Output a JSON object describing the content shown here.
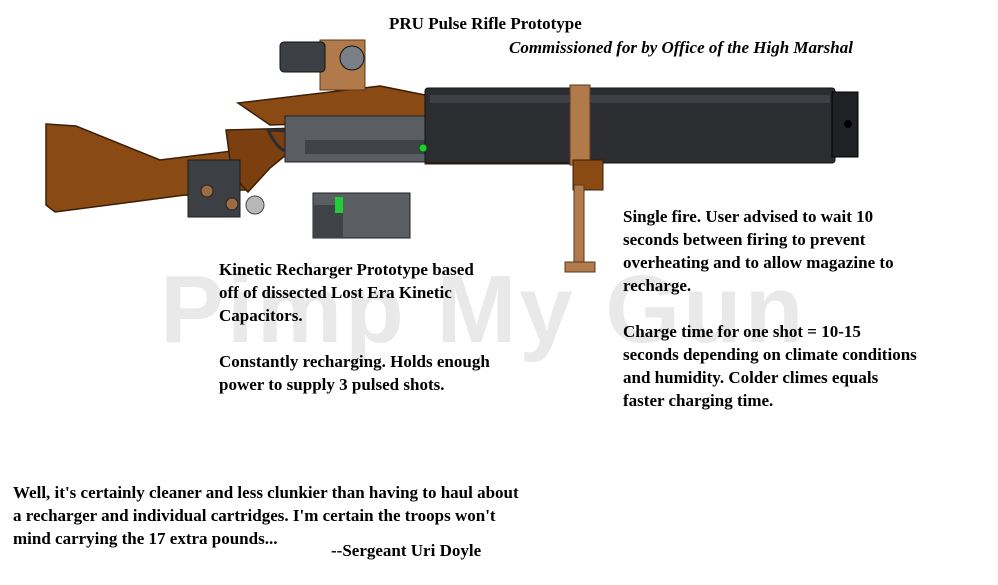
{
  "watermark": "Pimp My Gun",
  "header": {
    "title": "PRU Pulse Rifle Prototype",
    "subtitle": "Commissioned for by Office of the High Marshal"
  },
  "recharger_notes": {
    "lines_1": [
      "Kinetic Recharger Prototype based",
      "off of dissected Lost Era Kinetic",
      "Capacitors."
    ],
    "lines_2": [
      "Constantly recharging. Holds enough",
      "power to supply 3 pulsed shots."
    ]
  },
  "firing_notes": {
    "lines_1": [
      "Single fire. User advised to wait 10",
      "seconds between firing to prevent",
      "overheating and to allow magazine to",
      "recharge."
    ],
    "lines_2": [
      "Charge time for one shot = 10-15",
      "seconds depending on climate conditions",
      "and humidity. Colder climes equals",
      "faster charging time."
    ]
  },
  "quote": {
    "lines": [
      "Well, it's certainly cleaner and less clunkier than having to haul about",
      "a recharger and individual cartridges. I'm certain the troops won't",
      "mind carrying the 17 extra pounds..."
    ],
    "attribution": "--Sergeant Uri Doyle"
  },
  "colors": {
    "wood": "#8a4a14",
    "bronze": "#b07a4a",
    "steel_dark": "#2b2d30",
    "steel_mid": "#5a5e63",
    "indicator_green": "#22cc33"
  }
}
